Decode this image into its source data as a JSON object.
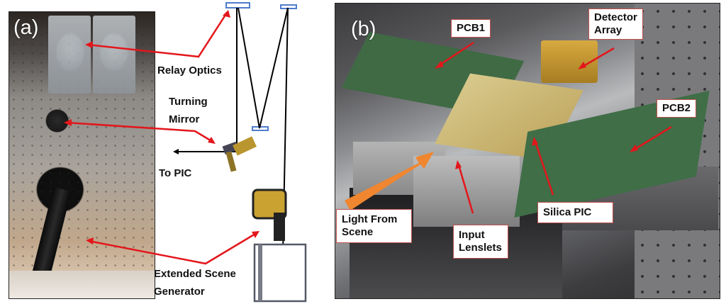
{
  "figure": {
    "panel_a": {
      "tag": "(a)",
      "labels": {
        "relay_optics": "Relay Optics",
        "turning_mirror_line1": "Turning",
        "turning_mirror_line2": "Mirror",
        "to_pic": "To PIC",
        "extended_scene_line1": "Extended Scene",
        "extended_scene_line2": "Generator"
      }
    },
    "panel_b": {
      "tag": "(b)",
      "labels": {
        "pcb1": "PCB1",
        "detector_line1": "Detector",
        "detector_line2": "Array",
        "pcb2": "PCB2",
        "silica_pic": "Silica PIC",
        "light_line1": "Light From",
        "light_line2": "Scene",
        "lenslets_line1": "Input",
        "lenslets_line2": "Lenslets"
      }
    },
    "colors": {
      "arrow_red": "#e3161b",
      "light_arrow_orange": "#f0862f",
      "label_border": "#c0504d",
      "mirror_blue": "#4f7ccc"
    }
  }
}
